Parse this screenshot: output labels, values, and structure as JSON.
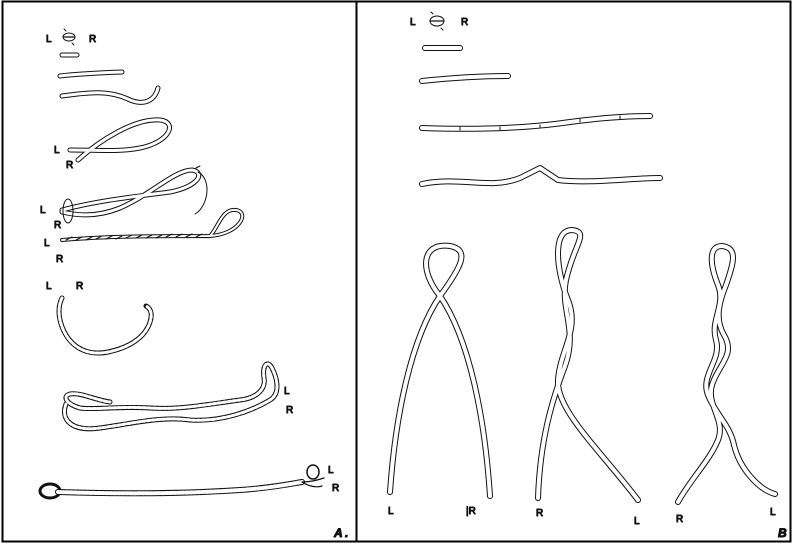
{
  "panel_a": {
    "letter": "A",
    "dot": ".",
    "step1": {
      "left": "L",
      "right": "R"
    },
    "step4": {
      "left": "L",
      "right": "R"
    },
    "step5": {
      "left": "L",
      "right": "R"
    },
    "step6": {
      "left": "L",
      "right": "R"
    },
    "step7": {
      "left": "L",
      "right": "R"
    },
    "step8": {
      "left": "L",
      "right": "R"
    },
    "step9": {
      "left": "L",
      "right": "R"
    }
  },
  "panel_b": {
    "letter": "B",
    "step1": {
      "left": "L",
      "right": "R"
    },
    "twist1": {
      "left": "L",
      "right": "|R"
    },
    "twist2": {
      "left": "R",
      "right": "L"
    },
    "twist3": {
      "left": "R",
      "right": "L"
    }
  }
}
